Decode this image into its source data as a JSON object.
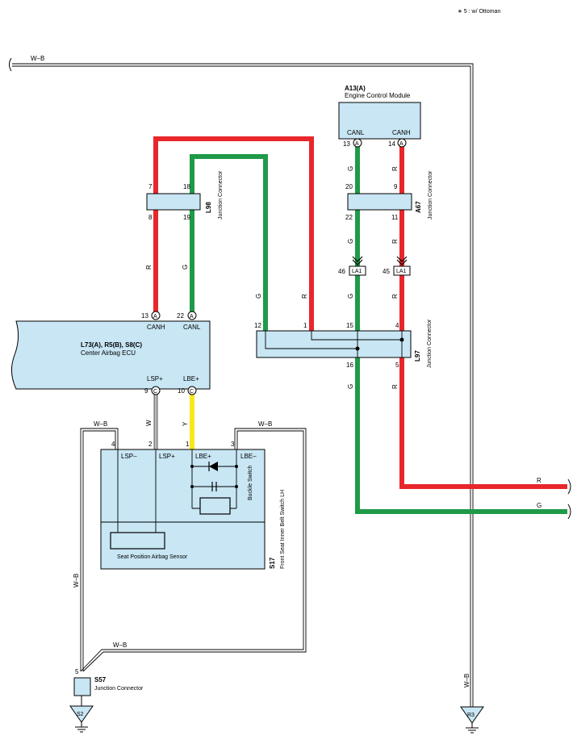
{
  "note": "∗ 5 : w/ Ottoman",
  "colors": {
    "red": "#e8272b",
    "green": "#1f9a48",
    "yellow": "#f8e71c",
    "box_fill": "#c8e6f4",
    "line": "#000000",
    "wire_white": "#c9c9c9"
  },
  "wire_codes": {
    "wb": "W–B",
    "r": "R",
    "g": "G",
    "w": "W",
    "y": "Y"
  },
  "ecm": {
    "code": "A13(A)",
    "name": "Engine Control Module",
    "pins": [
      {
        "label": "CANL",
        "num": "13",
        "conn": "A"
      },
      {
        "label": "CANH",
        "num": "14",
        "conn": "A"
      }
    ]
  },
  "junction_l98": {
    "code": "L98",
    "name": "Junction Connector",
    "pins": {
      "top_left": "7",
      "top_right": "18",
      "bot_left": "8",
      "bot_right": "19"
    }
  },
  "junction_a67": {
    "code": "A67",
    "name": "Junction Connector",
    "pins": {
      "top_left": "20",
      "top_right": "9",
      "bot_left": "22",
      "bot_right": "11"
    }
  },
  "la1": [
    {
      "num": "46",
      "label": "LA1"
    },
    {
      "num": "45",
      "label": "LA1"
    }
  ],
  "airbag_ecu": {
    "code": "L73(A), R5(B), S8(C)",
    "name": "Center Airbag ECU",
    "pins_top": [
      {
        "num": "13",
        "conn": "A",
        "label": "CANH"
      },
      {
        "num": "22",
        "conn": "A",
        "label": "CANL"
      }
    ],
    "pins_bottom": [
      {
        "num": "9",
        "conn": "C",
        "label": "LSP+"
      },
      {
        "num": "10",
        "conn": "C",
        "label": "LBE+"
      }
    ]
  },
  "junction_l97": {
    "code": "L97",
    "name": "Junction Connector",
    "pins": {
      "p12": "12",
      "p1": "1",
      "p15": "15",
      "p4": "4",
      "p16": "16",
      "p5": "5"
    }
  },
  "seat_switch": {
    "code": "S17",
    "name": "Front Seat Inner Belt Switch LH",
    "pins": [
      {
        "num": "4",
        "label": "LSP–"
      },
      {
        "num": "2",
        "label": "LSP+"
      },
      {
        "num": "1",
        "label": "LBE+"
      },
      {
        "num": "3",
        "label": "LBE–"
      }
    ],
    "buckle_label": "Buckle Switch",
    "sensor_label": "Seat Position Airbag Sensor"
  },
  "junction_s57": {
    "code": "S57",
    "name": "Junction Connector",
    "pin": "5"
  },
  "grounds": [
    {
      "id": "S2"
    },
    {
      "id": "R3"
    }
  ]
}
